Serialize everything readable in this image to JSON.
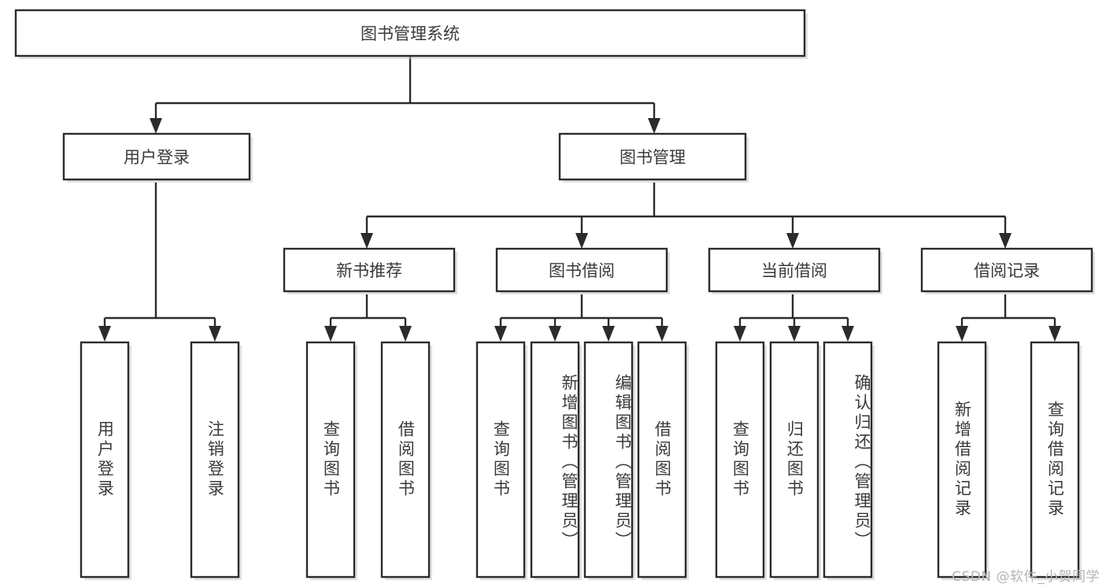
{
  "diagram": {
    "title": "图书管理系统",
    "type": "hierarchy-tree",
    "root": {
      "id": "root",
      "label": "图书管理系统",
      "orientation": "horizontal"
    },
    "level2": [
      {
        "id": "user-login",
        "label": "用户登录",
        "orientation": "horizontal"
      },
      {
        "id": "book-manage",
        "label": "图书管理",
        "orientation": "horizontal"
      }
    ],
    "level3": [
      {
        "id": "new-book-recommend",
        "label": "新书推荐",
        "orientation": "horizontal",
        "parent": "book-manage"
      },
      {
        "id": "book-borrow",
        "label": "图书借阅",
        "orientation": "horizontal",
        "parent": "book-manage"
      },
      {
        "id": "current-borrow",
        "label": "当前借阅",
        "orientation": "horizontal",
        "parent": "book-manage"
      },
      {
        "id": "borrow-record",
        "label": "借阅记录",
        "orientation": "horizontal",
        "parent": "book-manage"
      }
    ],
    "leaves": [
      {
        "id": "leaf-user-login",
        "label": "用户登录",
        "parent": "user-login",
        "orientation": "vertical"
      },
      {
        "id": "leaf-user-logout",
        "label": "注销登录",
        "parent": "user-login",
        "orientation": "vertical"
      },
      {
        "id": "leaf-query-book-1",
        "label": "查询图书",
        "parent": "new-book-recommend",
        "orientation": "vertical"
      },
      {
        "id": "leaf-borrow-book-1",
        "label": "借阅图书",
        "parent": "new-book-recommend",
        "orientation": "vertical"
      },
      {
        "id": "leaf-query-book-2",
        "label": "查询图书",
        "parent": "book-borrow",
        "orientation": "vertical"
      },
      {
        "id": "leaf-add-book",
        "label": "新增图书（管理员）",
        "parent": "book-borrow",
        "orientation": "vertical"
      },
      {
        "id": "leaf-edit-book",
        "label": "编辑图书（管理员）",
        "parent": "book-borrow",
        "orientation": "vertical"
      },
      {
        "id": "leaf-borrow-book-2",
        "label": "借阅图书",
        "parent": "book-borrow",
        "orientation": "vertical"
      },
      {
        "id": "leaf-query-book-3",
        "label": "查询图书",
        "parent": "current-borrow",
        "orientation": "vertical"
      },
      {
        "id": "leaf-return-book",
        "label": "归还图书",
        "parent": "current-borrow",
        "orientation": "vertical"
      },
      {
        "id": "leaf-confirm-return",
        "label": "确认归还（管理员）",
        "parent": "current-borrow",
        "orientation": "vertical"
      },
      {
        "id": "leaf-add-record",
        "label": "新增借阅记录",
        "parent": "borrow-record",
        "orientation": "vertical"
      },
      {
        "id": "leaf-query-record",
        "label": "查询借阅记录",
        "parent": "borrow-record",
        "orientation": "vertical"
      }
    ],
    "colors": {
      "box_fill": "#ffffff",
      "box_stroke": "#2b2b2b",
      "text": "#3a3a3a",
      "background": "#ffffff",
      "watermark": "#b4b4b4"
    }
  },
  "watermark": {
    "text": "CSDN @软件_小贺同学"
  }
}
